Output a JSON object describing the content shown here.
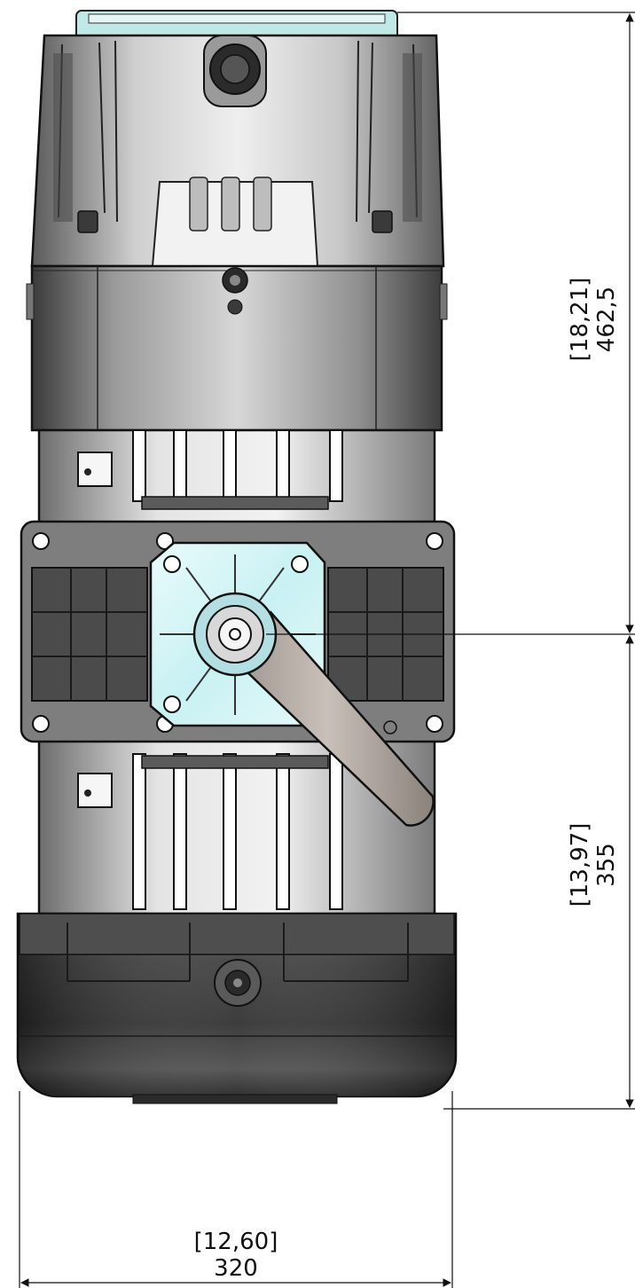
{
  "dimensions": {
    "top_height": {
      "inch": "[18,21]",
      "mm": "462,5"
    },
    "bottom_height": {
      "inch": "[13,97]",
      "mm": "355"
    },
    "width": {
      "inch": "[12,60]",
      "mm": "320"
    }
  }
}
